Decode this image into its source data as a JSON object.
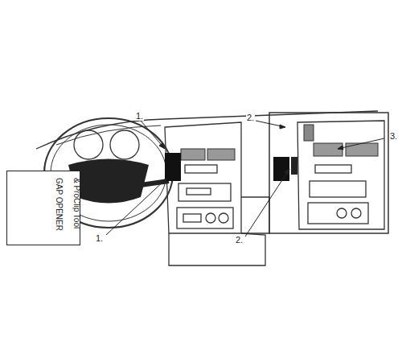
{
  "diagram": {
    "nodes": [
      {
        "text": [
          "GAP OPENER",
          "& ProClip Tool"
        ]
      }
    ],
    "labels": [
      "1.",
      "1.",
      "2.",
      "3.",
      "2."
    ]
  }
}
